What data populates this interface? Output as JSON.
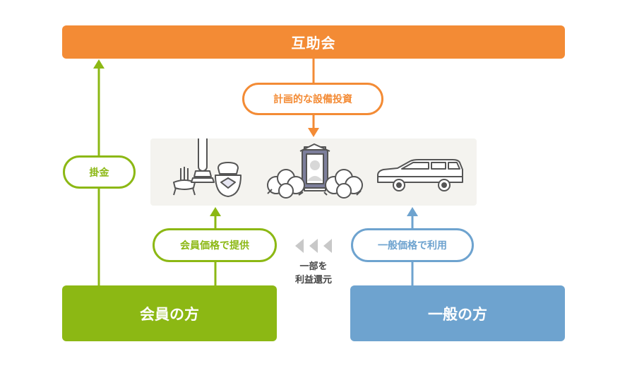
{
  "cooperative": {
    "label": "互助会",
    "color": "#f38b35"
  },
  "investment": {
    "label": "計画的な設備投資"
  },
  "installment": {
    "label": "掛金"
  },
  "member_price": {
    "label": "会員価格で提供"
  },
  "general_price": {
    "label": "一般価格で利用"
  },
  "rebate": {
    "line1": "一部を",
    "line2": "利益還元"
  },
  "member": {
    "label": "会員の方",
    "color": "#8cb814"
  },
  "general": {
    "label": "一般の方",
    "color": "#6ea3cf"
  },
  "services": {
    "icons": [
      "altar-icon",
      "funeral-altar-icon",
      "hearse-icon"
    ],
    "panel_color": "#f4f3ef"
  }
}
